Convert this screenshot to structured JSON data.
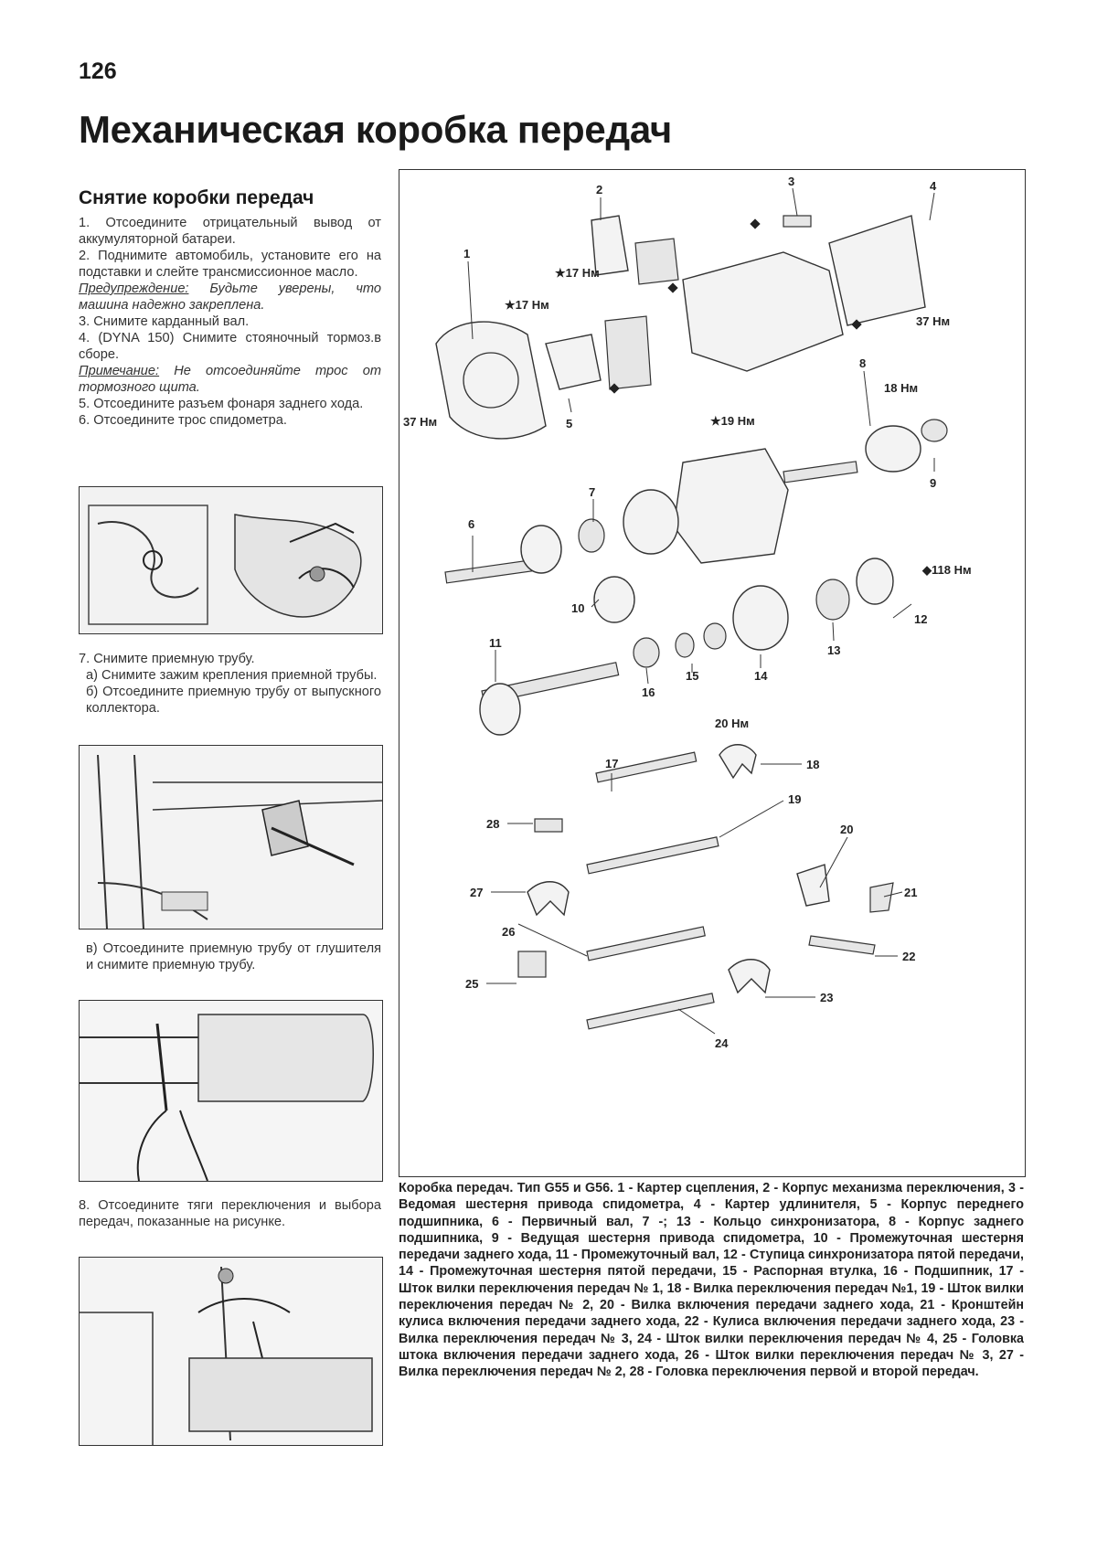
{
  "page_number": "126",
  "title": "Механическая коробка передач",
  "section": {
    "heading": "Снятие коробки передач",
    "steps_a": [
      "1. Отсоедините отрицательный вывод от аккумуляторной батареи.",
      "2. Поднимите автомобиль, установите его на подставки и слейте трансмиссионное масло."
    ],
    "warning_label": "Предупреждение:",
    "warning_text": " Будьте уверены, что машина надежно закреплена.",
    "steps_b": [
      "3. Снимите карданный вал.",
      "4. (DYNA 150) Снимите стояночный тормоз.в сборе."
    ],
    "note_label": "Примечание:",
    "note_text": " Не отсоединяйте трос от тормозного щита.",
    "steps_c": [
      "5. Отсоедините разъем фонаря заднего хода.",
      "6. Отсоедините трос спидометра."
    ],
    "step7": "7. Снимите приемную трубу.",
    "step7a": "а) Снимите зажим крепления приемной трубы.",
    "step7b": "б) Отсоедините приемную трубу от выпускного коллектора.",
    "step7c": "в) Отсоедините приемную трубу от глушителя и снимите приемную трубу.",
    "step8": "8. Отсоедините тяги переключения и выбора передач, показанные на рисунке."
  },
  "diagram": {
    "callouts": [
      "1",
      "2",
      "3",
      "4",
      "5",
      "6",
      "7",
      "8",
      "9",
      "10",
      "11",
      "12",
      "13",
      "14",
      "15",
      "16",
      "17",
      "18",
      "19",
      "20",
      "21",
      "22",
      "23",
      "24",
      "25",
      "26",
      "27",
      "28"
    ],
    "torques": {
      "t17a": "★17 Нм",
      "t17b": "★17 Нм",
      "t37a": "37 Нм",
      "t37b": "37 Нм",
      "t19": "★19 Нм",
      "t18": "18 Нм",
      "t118": "◆118 Нм",
      "t20": "20 Нм"
    }
  },
  "caption": "Коробка передач. Тип G55 и G56. 1 - Картер сцепления, 2 - Корпус механизма переключения, 3 - Ведомая шестерня привода спидометра, 4 - Картер удлинителя, 5 - Корпус переднего подшипника, 6 - Первичный вал, 7 -; 13 - Кольцо синхронизатора, 8 - Корпус заднего подшипника, 9 - Ведущая шестерня привода спидометра, 10 - Промежуточная шестерня передачи заднего хода, 11 - Промежуточный вал, 12 - Ступица синхронизатора пятой передачи, 14 - Промежуточная шестерня пятой передачи, 15 - Распорная втулка, 16 - Подшипник, 17 - Шток вилки переключения передач № 1, 18 - Вилка переключения передач №1, 19 - Шток вилки переключения передач № 2, 20 - Вилка включения передачи заднего хода, 21 - Кронштейн кулиса включения передачи заднего хода, 22 - Кулиса включения передачи заднего хода, 23 - Вилка переключения передач № 3, 24 - Шток вилки переключения передач № 4, 25 - Головка штока включения передачи заднего хода, 26 - Шток вилки переключения передач № 3, 27 - Вилка переключения передач № 2, 28 - Головка переключения первой и второй передач."
}
